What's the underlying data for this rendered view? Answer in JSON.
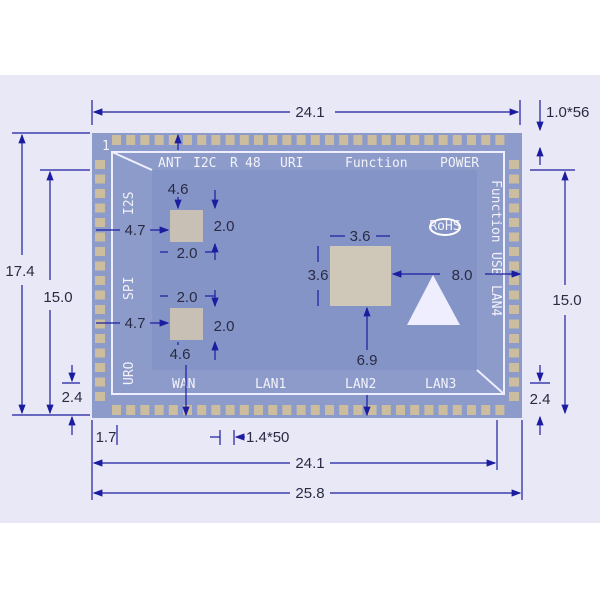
{
  "colors": {
    "background": "#e8e8f6",
    "board": "#8d9bcb",
    "pad": "#cbbd9e",
    "dimension_line": "#1c1ca0"
  },
  "silkscreen": {
    "top": [
      "ANT",
      "I2C",
      "R",
      "48",
      "URI",
      "Function",
      "POWER"
    ],
    "right": [
      "Function",
      "USB",
      "LAN4"
    ],
    "bottom": [
      "WAN",
      "LAN1",
      "LAN2",
      "LAN3"
    ],
    "left": [
      "I2S",
      "SPI",
      "URO"
    ],
    "rohs": "RoHS",
    "pin1": "1"
  },
  "dimensions": {
    "top_width": "24.1",
    "pad_pitch_top": "1.0*56",
    "total_height": "17.4",
    "left_height": "15.0",
    "left_offset": "2.4",
    "right_height": "15.0",
    "right_offset": "2.4",
    "pad1_top": "4.6",
    "pad1_left": "4.7",
    "pad1_w": "2.0",
    "pad1_h": "2.0",
    "pad2_w": "2.0",
    "pad2_left": "4.7",
    "pad2_h": "2.0",
    "pad2_bottom": "4.6",
    "center_w": "3.6",
    "center_h": "3.6",
    "center_right": "8.0",
    "center_bottom": "6.9",
    "bottom_edge": "1.7",
    "pad_pitch_bottom": "1.4*50",
    "bottom_width": "24.1",
    "total_width": "25.8"
  }
}
